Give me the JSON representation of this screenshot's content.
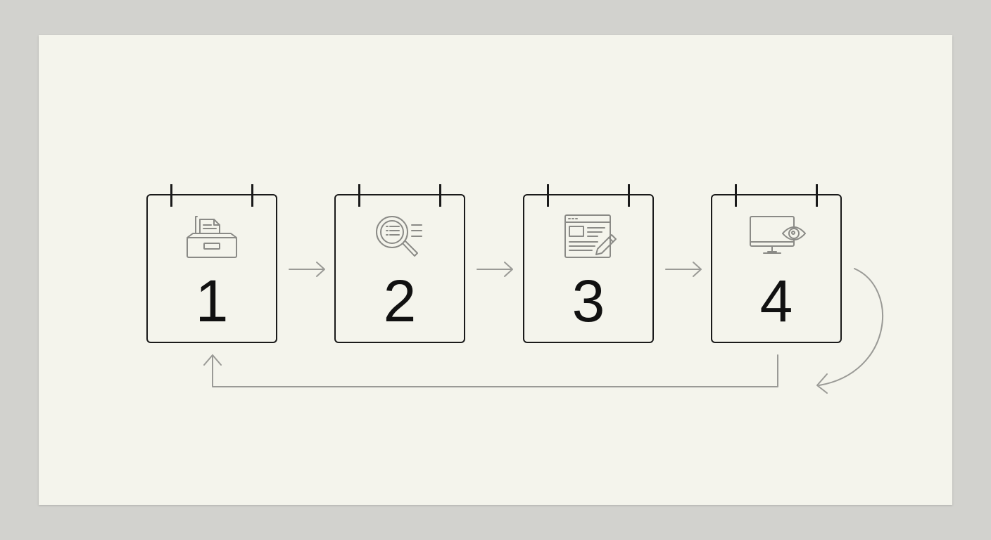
{
  "diagram": {
    "steps": [
      {
        "number": "1",
        "icon": "file-tray-icon"
      },
      {
        "number": "2",
        "icon": "magnifier-list-icon"
      },
      {
        "number": "3",
        "icon": "document-pencil-icon"
      },
      {
        "number": "4",
        "icon": "monitor-eye-icon"
      }
    ]
  },
  "colors": {
    "background": "#d2d2ce",
    "sheet": "#f4f4ec",
    "card_stroke": "#1a1a1a",
    "icon_stroke": "#8a8a86",
    "connector": "#9a9a96"
  }
}
